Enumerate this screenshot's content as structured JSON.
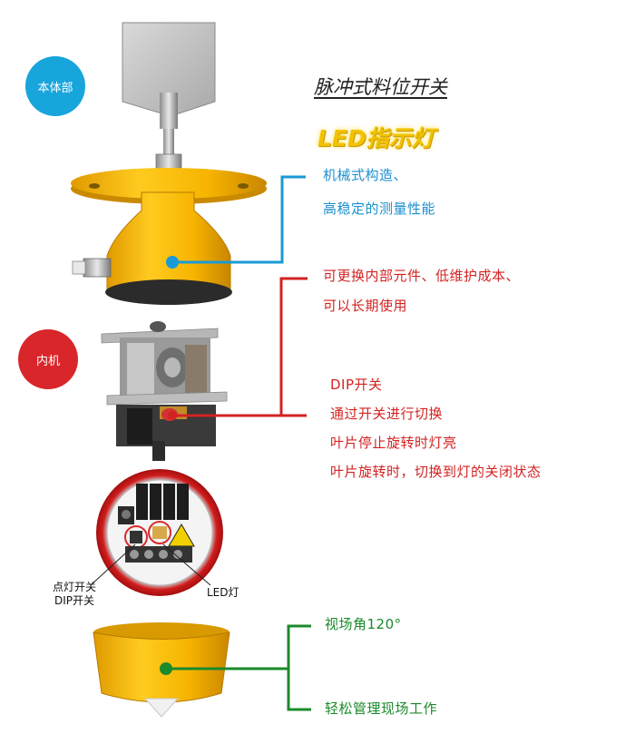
{
  "badges": {
    "body_part": "本体部",
    "inner_unit": "内机"
  },
  "title": "脉冲式料位开关",
  "led_indicator_title": "LED指示灯",
  "body_notes": {
    "line1": "机械式构造、",
    "line2": "高稳定的测量性能"
  },
  "inner_notes": {
    "line1": "可更换内部元件、低维护成本、",
    "line2": "可以长期使用"
  },
  "dip_notes": {
    "line1": "DIP开关",
    "line2": "通过开关进行切换",
    "line3": "叶片停止旋转时灯亮",
    "line4": "叶片旋转时，切换到灯的关闭状态"
  },
  "closeup_labels": {
    "dip_line1": "点灯开关",
    "dip_line2": "DIP开关",
    "led": "LED灯"
  },
  "cover_notes": {
    "line1": "视场角120°",
    "line2": "轻松管理现场工作"
  },
  "colors": {
    "blue": "#1a8fcf",
    "red": "#d32222",
    "green": "#1a8a2a",
    "housing_yellow": "#f5b400"
  }
}
